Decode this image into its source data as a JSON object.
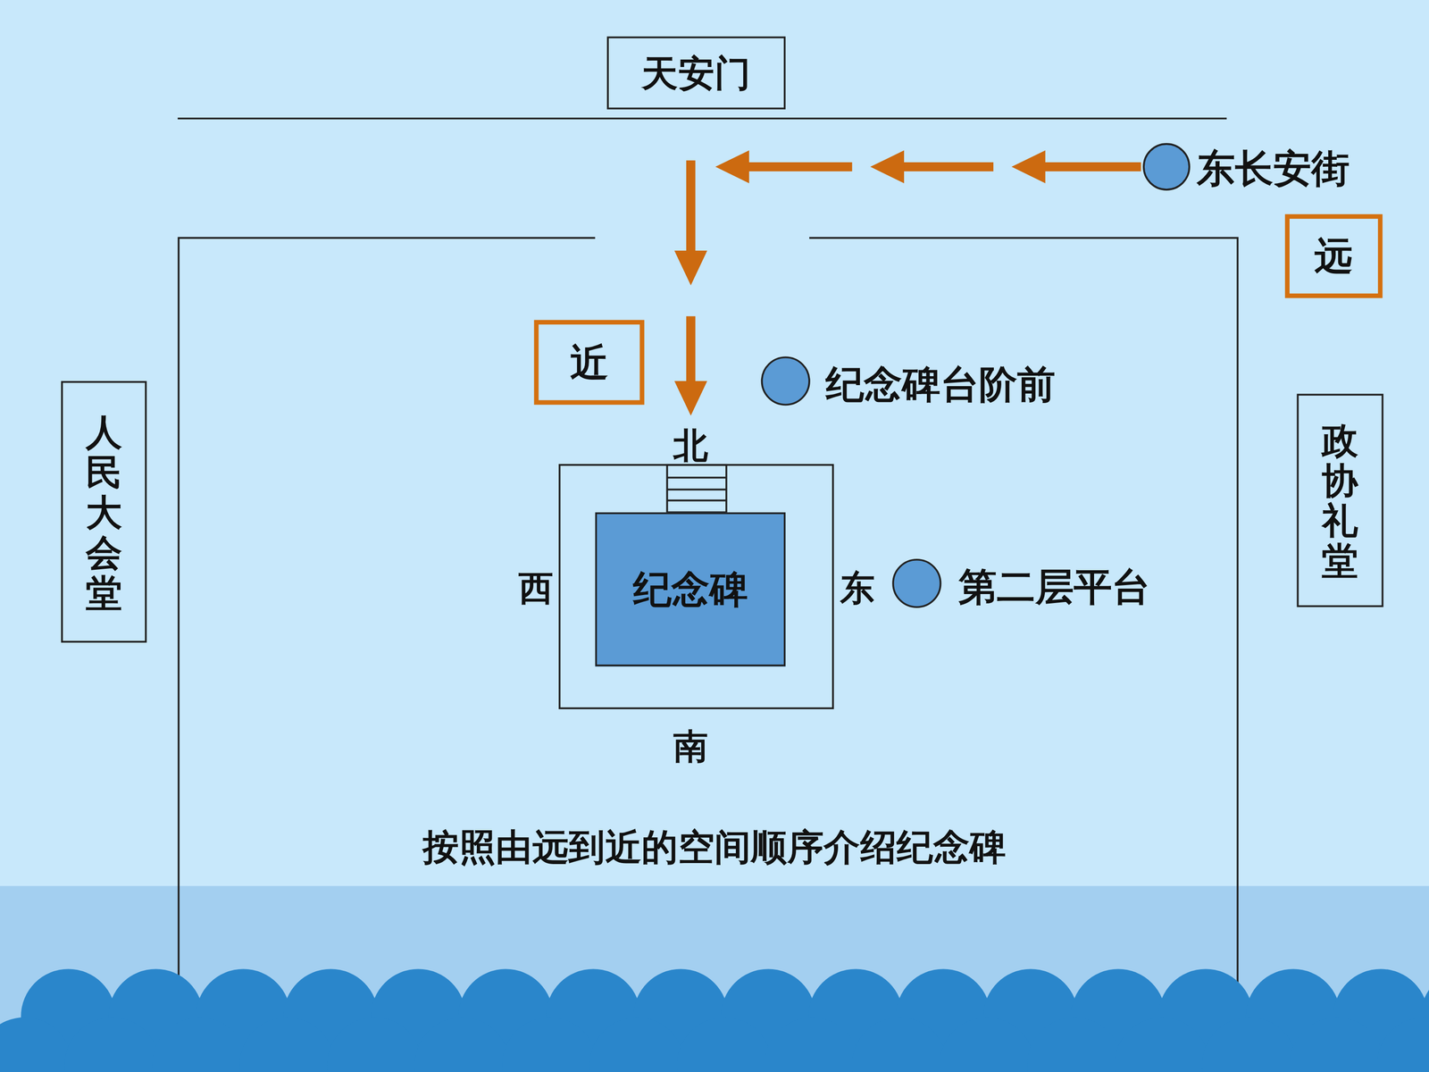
{
  "diagram": {
    "caption": "按照由远到近的空间顺序介绍纪念碑",
    "nodes": [
      {
        "text": [
          "天安门"
        ]
      },
      {
        "text": [
          "远"
        ]
      },
      {
        "text": [
          "近"
        ]
      },
      {
        "text": [
          "纪念碑"
        ]
      },
      {
        "text": [
          "人民大会堂"
        ]
      },
      {
        "text": [
          "政协礼堂"
        ]
      }
    ],
    "labels": [
      "东长安街",
      "纪念碑台阶前",
      "北",
      "西",
      "东",
      "第二层平台",
      "南"
    ]
  }
}
